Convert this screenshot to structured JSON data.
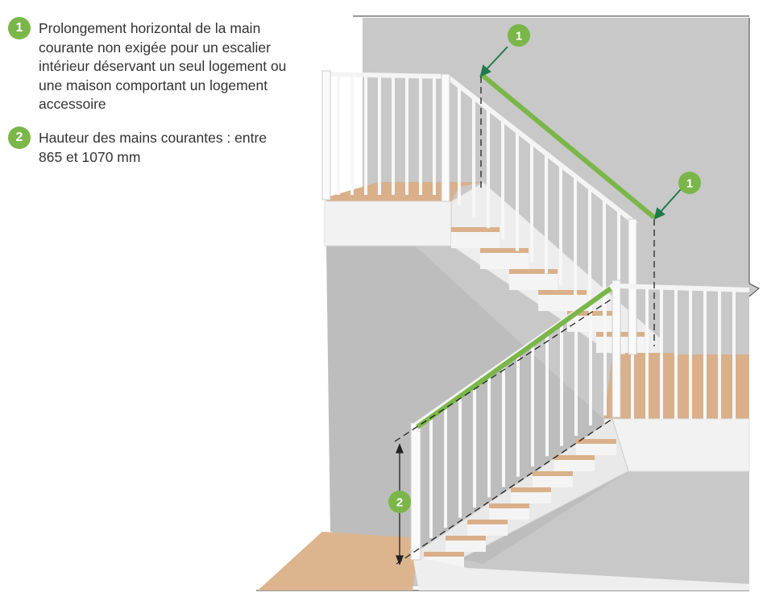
{
  "legend": [
    {
      "number": "1",
      "text": "Prolongement horizontal de la main courante non exigée pour un escalier intérieur déservant un seul logement ou une maison comportant un logement accessoire"
    },
    {
      "number": "2",
      "text": "Hauteur des mains courantes : entre 865 et 1070 mm"
    }
  ],
  "markers": {
    "top": "1",
    "right": "1",
    "height": "2"
  },
  "colors": {
    "accent": "#7ab648",
    "wall": "#c8c8c8",
    "wood": "#d9b08a",
    "arrow": "#1f7a4a"
  }
}
